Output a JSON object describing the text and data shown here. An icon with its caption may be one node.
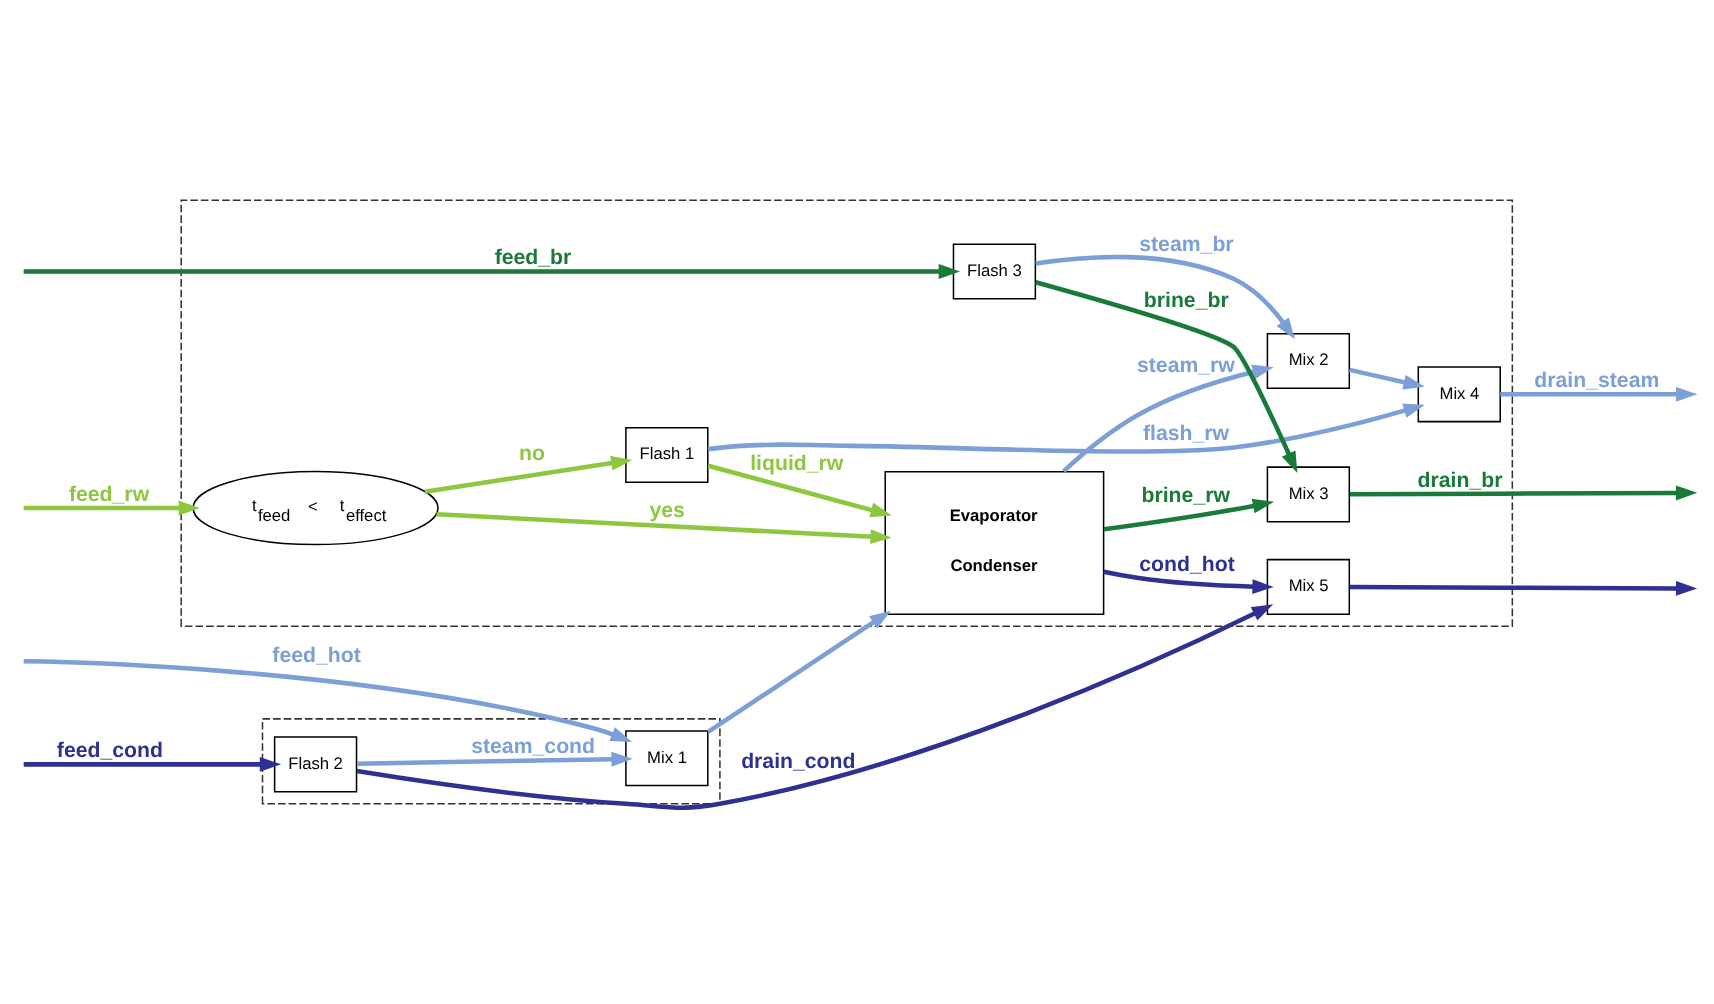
{
  "diagram": {
    "nodes": [
      {
        "text": [],
        "shape": "box"
      },
      {
        "text": [],
        "shape": "box"
      },
      {
        "text": [
          "t$_{feed}$ < t$_{effect}$"
        ],
        "in": 1
      },
      {
        "text": [
          "Flash 1"
        ],
        "in": 1
      },
      {
        "text": [
          "Mix 4"
        ],
        "in": 1
      },
      {
        "text": [
          "Mix 2"
        ],
        "in": 1
      },
      {
        "text": [
          "Evaporator",
          "Condenser"
        ],
        "in": 1
      },
      {
        "text": [
          "Mix 1"
        ],
        "in": 0
      },
      {
        "text": [
          "Flash 3"
        ],
        "in": 1
      },
      {
        "text": [
          "Mix 3"
        ],
        "in": 1
      },
      {
        "text": [
          "Flash 2"
        ],
        "in": 0
      },
      {
        "text": [
          "Mix 5"
        ],
        "in": 1
      }
    ],
    "edges": [
      {
        "from": null,
        "to": 2,
        "arrow": "to",
        "label": "feed_rw",
        "color": "#8dc63f"
      },
      {
        "from": 2,
        "to": 3,
        "arrow": "to",
        "label": "no",
        "color": "#8dc63f"
      },
      {
        "from": 2,
        "to": 6,
        "arrow": "to",
        "label": "yes",
        "color": "#8dc63f"
      },
      {
        "from": 3,
        "to": 4,
        "arrow": "to",
        "label": "flash_rw"
      },
      {
        "from": 3,
        "to": 6,
        "arrow": "to",
        "label": "liquid_rw",
        "color": "#8dc63f"
      },
      {
        "from": 6,
        "to": 5,
        "arrow": "to",
        "label": "steam_rw"
      },
      {
        "from": 5,
        "to": 4,
        "arrow": "to"
      },
      {
        "from": 4,
        "to": null,
        "arrow": "to",
        "label": "drain_steam"
      },
      {
        "from": null,
        "to": 7,
        "arrow": "to",
        "label": "feed_hot"
      },
      {
        "from": 7,
        "to": 6,
        "arrow": "to"
      },
      {
        "from": 6,
        "to": 9,
        "arrow": "to",
        "label": "brine_rw",
        "color": "#1a7a3a"
      },
      {
        "from": null,
        "to": 8,
        "arrow": "to",
        "label": "feed_br",
        "color": "#1a7a3a"
      },
      {
        "from": 8,
        "to": 5,
        "arrow": "to",
        "label": "steam_br"
      },
      {
        "from": 8,
        "to": 9,
        "arrow": "to",
        "label": "brine_br",
        "color": "#1a7a3a"
      },
      {
        "from": 9,
        "to": null,
        "arrow": "to",
        "label": "drain_br",
        "color": "#1a7a3a"
      },
      {
        "from": 10,
        "to": 7,
        "arrow": "to",
        "label": "steam_cond"
      },
      {
        "from": null,
        "to": 10,
        "arrow": "to",
        "label": "feed_cond",
        "color": "#2e3192"
      },
      {
        "from": 6,
        "to": 11,
        "arrow": "to",
        "label": "cond_hot",
        "color": "#2e3192"
      },
      {
        "from": 10,
        "to": 11,
        "arrow": "to",
        "label": "drain_cond",
        "color": "#2e3192"
      },
      {
        "from": 11,
        "to": null,
        "arrow": "to",
        "color": "#2e3192"
      }
    ]
  }
}
